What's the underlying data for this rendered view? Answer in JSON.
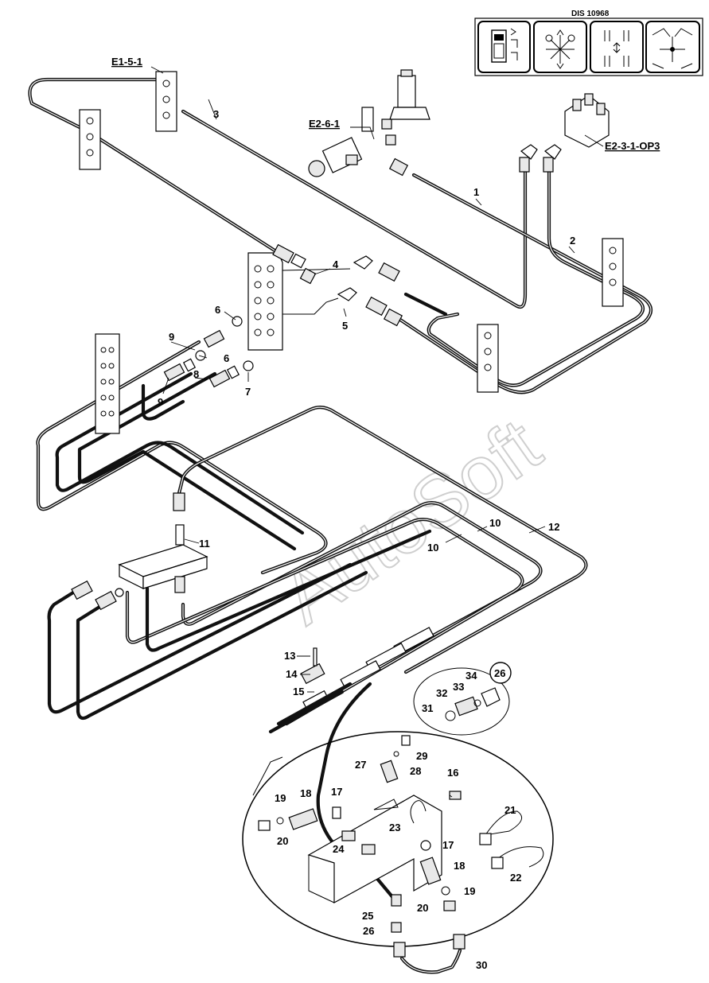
{
  "header": {
    "dis_code": "DIS 10968",
    "icons": [
      "machine-control-icon",
      "boom-movement-icon",
      "track-travel-icon",
      "arm-rotation-icon"
    ]
  },
  "references": {
    "e1": "E1-5-1",
    "e2_6": "E2-6-1",
    "e2_3": "E2-3-1-OP3"
  },
  "labels": [
    "1",
    "2",
    "3",
    "4",
    "5",
    "6",
    "6",
    "7",
    "8",
    "9",
    "9",
    "10",
    "10",
    "11",
    "12",
    "13",
    "14",
    "15",
    "16",
    "17",
    "17",
    "18",
    "18",
    "19",
    "19",
    "20",
    "20",
    "21",
    "22",
    "23",
    "24",
    "25",
    "26",
    "26",
    "27",
    "28",
    "29",
    "30",
    "31",
    "32",
    "33",
    "34"
  ],
  "watermark": "AutoSoft"
}
